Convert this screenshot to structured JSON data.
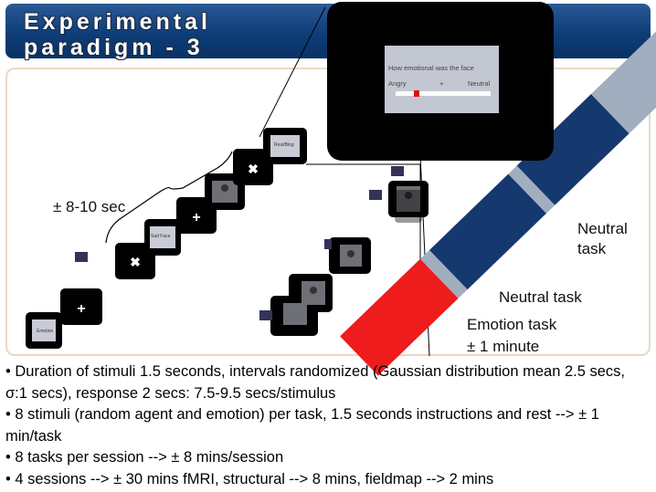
{
  "slide": {
    "title_line1": "Experimental",
    "title_line2": "paradigm - 3"
  },
  "zoom_screen": {
    "question": "How emotional was the face",
    "scale_left": "Angry",
    "scale_mid": "+",
    "scale_right": "Neutral"
  },
  "stimulus_timeline": {
    "interval_label": "± 8-10 sec",
    "cue_emotion": "Emotion",
    "cue_sad_face": "Sad Face",
    "cue_rest": "Rest/Blog"
  },
  "tasks": {
    "neutral_task_top": "Neutral\ntask",
    "neutral_task": "Neutral task",
    "emotion_task": "Emotion task",
    "duration": "± 1 minute"
  },
  "colors": {
    "title_bar": "#0e3d78",
    "emotion_task": "#ee1c1c",
    "neutral_task": "#15396e",
    "instructions_gap": "#a0aebf",
    "panel_border": "#e8d8c2"
  },
  "bullets": [
    "• Duration of stimuli 1.5 seconds, intervals randomized (Gaussian distribution mean 2.5 secs, σ:1 secs), response 2 secs: 7.5-9.5 secs/stimulus",
    "• 8 stimuli (random agent and emotion) per task, 1.5 seconds instructions and rest --> ± 1 min/task",
    "• 8 tasks per session --> ± 8 mins/session",
    "• 4 sessions --> ± 30 mins fMRI, structural --> 8 mins, fieldmap --> 2 mins"
  ]
}
